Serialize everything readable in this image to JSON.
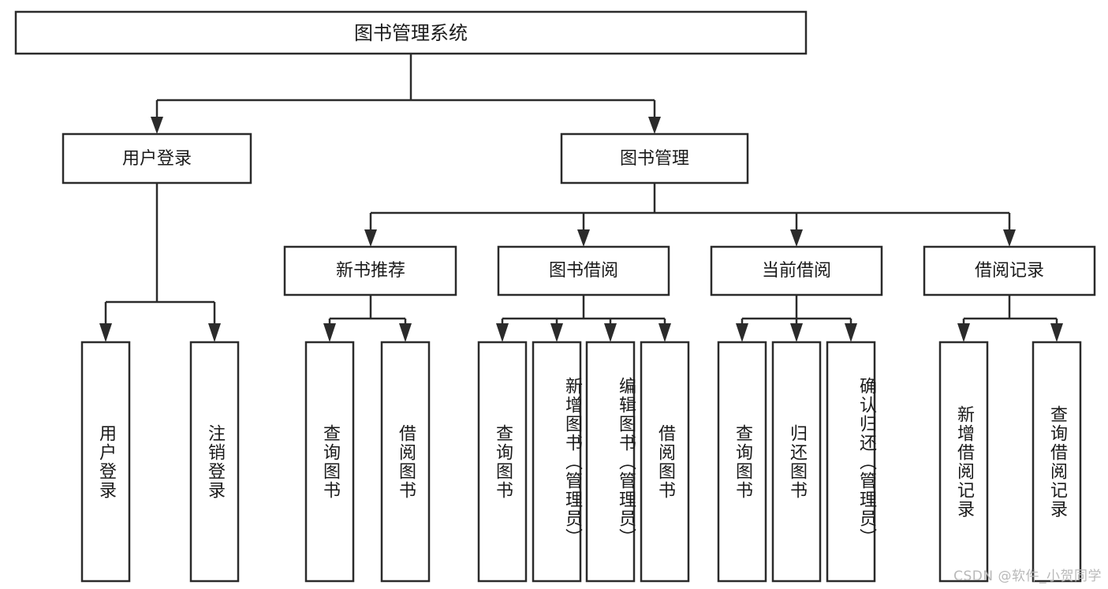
{
  "diagram": {
    "type": "tree",
    "title": "图书管理系统",
    "watermark": "CSDN @软件_小贺同学",
    "colors": {
      "stroke": "#2b2b2b",
      "fill": "#ffffff",
      "text": "#1a1a1a",
      "watermark": "#b9b9b9",
      "background": "#ffffff"
    },
    "levels": {
      "root": {
        "label": "图书管理系统"
      },
      "level2": [
        {
          "id": "user-login",
          "label": "用户登录"
        },
        {
          "id": "book-management",
          "label": "图书管理"
        }
      ],
      "level3": [
        {
          "id": "new-book-recommend",
          "label": "新书推荐",
          "parent": "book-management"
        },
        {
          "id": "book-borrow",
          "label": "图书借阅",
          "parent": "book-management"
        },
        {
          "id": "current-borrow",
          "label": "当前借阅",
          "parent": "book-management"
        },
        {
          "id": "borrow-record",
          "label": "借阅记录",
          "parent": "book-management"
        }
      ],
      "leaves": [
        {
          "id": "leaf-user-login",
          "label": "用户登录",
          "parent": "user-login"
        },
        {
          "id": "leaf-logout",
          "label": "注销登录",
          "parent": "user-login"
        },
        {
          "id": "leaf-query-book-1",
          "label": "查询图书",
          "parent": "new-book-recommend"
        },
        {
          "id": "leaf-borrow-book-1",
          "label": "借阅图书",
          "parent": "new-book-recommend"
        },
        {
          "id": "leaf-query-book-2",
          "label": "查询图书",
          "parent": "book-borrow"
        },
        {
          "id": "leaf-add-book",
          "label": "新增图书（管理员）",
          "parent": "book-borrow"
        },
        {
          "id": "leaf-edit-book",
          "label": "编辑图书（管理员）",
          "parent": "book-borrow"
        },
        {
          "id": "leaf-borrow-book-2",
          "label": "借阅图书",
          "parent": "book-borrow"
        },
        {
          "id": "leaf-query-book-3",
          "label": "查询图书",
          "parent": "current-borrow"
        },
        {
          "id": "leaf-return-book",
          "label": "归还图书",
          "parent": "current-borrow"
        },
        {
          "id": "leaf-confirm-return",
          "label": "确认归还（管理员）",
          "parent": "current-borrow"
        },
        {
          "id": "leaf-add-record",
          "label": "新增借阅记录",
          "parent": "borrow-record"
        },
        {
          "id": "leaf-query-record",
          "label": "查询借阅记录",
          "parent": "borrow-record"
        }
      ]
    }
  }
}
